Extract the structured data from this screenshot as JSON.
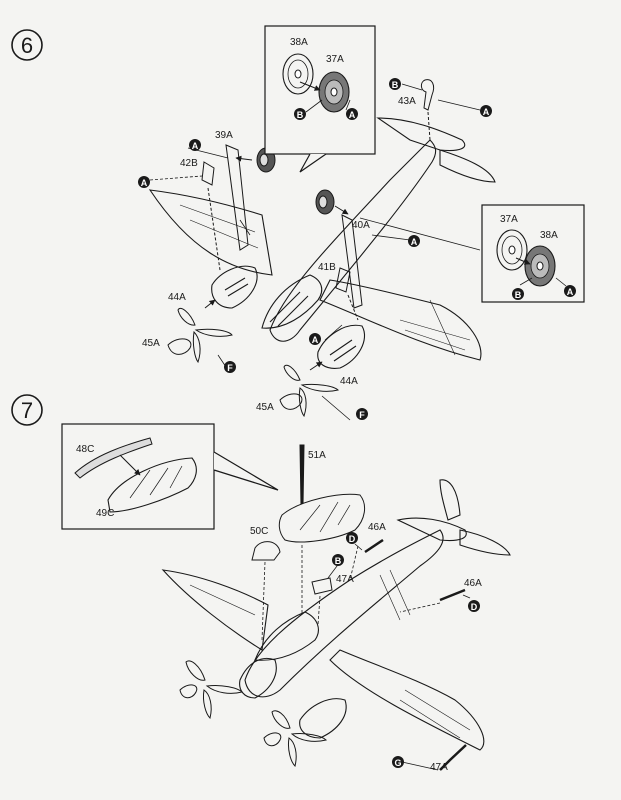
{
  "steps": [
    {
      "number": "6",
      "parts": [
        "38A",
        "37A",
        "39A",
        "42B",
        "43A",
        "40A",
        "41B",
        "44A",
        "45A",
        "44A",
        "45A",
        "37A",
        "38A"
      ],
      "markers": [
        "A",
        "B",
        "F"
      ]
    },
    {
      "number": "7",
      "parts": [
        "48C",
        "49C",
        "51A",
        "50C",
        "46A",
        "47A",
        "46A",
        "47A"
      ],
      "markers": [
        "B",
        "D",
        "G"
      ]
    }
  ],
  "labels": {
    "s6": {
      "p38a_top": "38A",
      "p37a_top": "37A",
      "p39a": "39A",
      "p42b": "42B",
      "p43a": "43A",
      "p40a": "40A",
      "p41b": "41B",
      "p44a_l": "44A",
      "p45a_l": "45A",
      "p44a_r": "44A",
      "p45a_r": "45A",
      "p37a_right": "37A",
      "p38a_right": "38A"
    },
    "s7": {
      "p48c": "48C",
      "p49c": "49C",
      "p51a": "51A",
      "p50c": "50C",
      "p46a_l": "46A",
      "p47a_c": "47A",
      "p46a_r": "46A",
      "p47a_b": "47A"
    },
    "markers": {
      "A": "A",
      "B": "B",
      "D": "D",
      "F": "F",
      "G": "G"
    }
  },
  "colors": {
    "ink": "#1a1a1a",
    "paper": "#f4f4f2",
    "marker": "#1a1a1a",
    "marker_text": "#ffffff"
  }
}
